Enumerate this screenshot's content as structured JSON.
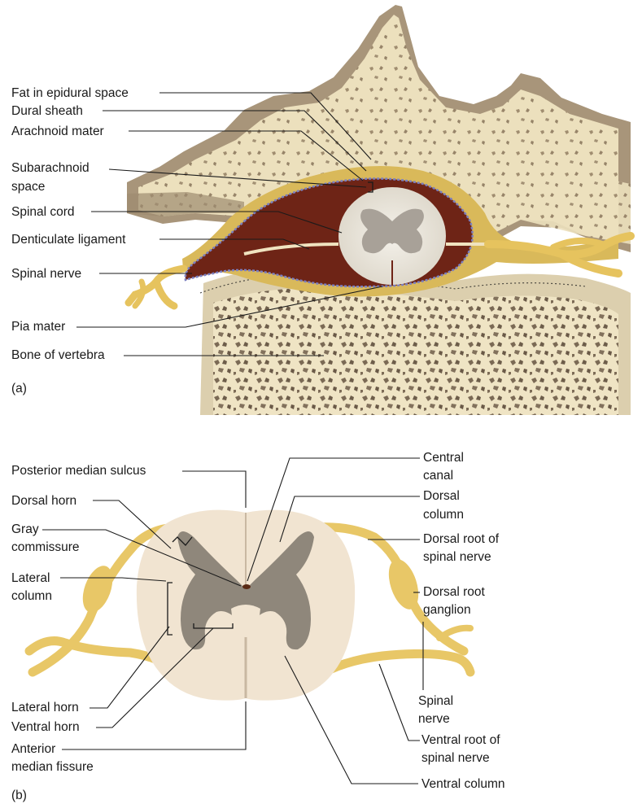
{
  "panel_a": {
    "letter": "(a)",
    "labels": {
      "fat_epidural": "Fat in epidural space",
      "dural_sheath": "Dural sheath",
      "arachnoid": "Arachnoid mater",
      "subarachnoid_1": "Subarachnoid",
      "subarachnoid_2": "space",
      "spinal_cord": "Spinal cord",
      "denticulate": "Denticulate ligament",
      "spinal_nerve": "Spinal nerve",
      "pia": "Pia mater",
      "bone": "Bone of vertebra"
    }
  },
  "panel_b": {
    "letter": "(b)",
    "labels": {
      "posterior_sulcus": "Posterior median sulcus",
      "dorsal_horn": "Dorsal horn",
      "gray_comm_1": "Gray",
      "gray_comm_2": "commissure",
      "lateral_col_1": "Lateral",
      "lateral_col_2": "column",
      "lateral_horn": "Lateral horn",
      "ventral_horn": "Ventral horn",
      "anterior_fissure_1": "Anterior",
      "anterior_fissure_2": "median fissure",
      "central_canal_1": "Central",
      "central_canal_2": "canal",
      "dorsal_col_1": "Dorsal",
      "dorsal_col_2": "column",
      "dorsal_root_1": "Dorsal root of",
      "dorsal_root_2": "spinal nerve",
      "dorsal_ganglion_1": "Dorsal root",
      "dorsal_ganglion_2": "ganglion",
      "spinal_nerve_1": "Spinal",
      "spinal_nerve_2": "nerve",
      "ventral_root_1": "Ventral root of",
      "ventral_root_2": "spinal nerve",
      "ventral_col": "Ventral column"
    }
  },
  "colors": {
    "bone_light": "#efe3bf",
    "bone_shadow": "#a39173",
    "fat": "#d7b757",
    "dura_red": "#6e2416",
    "white_matter": "#ece8dd",
    "gray_matter": "#8f877b",
    "nerve": "#e8c767",
    "cord_b_white": "#f1e4d1"
  }
}
